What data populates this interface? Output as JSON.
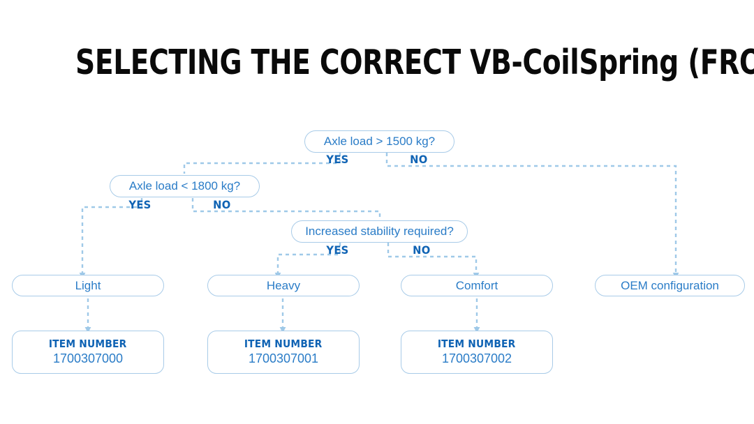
{
  "title": "SELECTING THE CORRECT VB-CoilSpring (FRONT AXLE)",
  "colors": {
    "title_text": "#0a0a0a",
    "node_text": "#2a7cc7",
    "node_border": "#a8cbe8",
    "branch_label": "#0f63b4",
    "connector": "#9fc9e8",
    "background": "#ffffff"
  },
  "decisions": [
    {
      "id": "axle-load-1500",
      "question": "Axle load > 1500 kg?",
      "yes_label": "YES",
      "no_label": "NO"
    },
    {
      "id": "axle-load-1800",
      "question": "Axle load < 1800 kg?",
      "yes_label": "YES",
      "no_label": "NO"
    },
    {
      "id": "increased-stability",
      "question": "Increased stability required?",
      "yes_label": "YES",
      "no_label": "NO"
    }
  ],
  "results": [
    {
      "id": "light",
      "label": "Light"
    },
    {
      "id": "heavy",
      "label": "Heavy"
    },
    {
      "id": "comfort",
      "label": "Comfort"
    },
    {
      "id": "oem",
      "label": "OEM configuration"
    }
  ],
  "item_boxes": [
    {
      "id": "item-light",
      "caption": "ITEM NUMBER",
      "number": "1700307000"
    },
    {
      "id": "item-heavy",
      "caption": "ITEM NUMBER",
      "number": "1700307001"
    },
    {
      "id": "item-comfort",
      "caption": "ITEM NUMBER",
      "number": "1700307002"
    }
  ]
}
